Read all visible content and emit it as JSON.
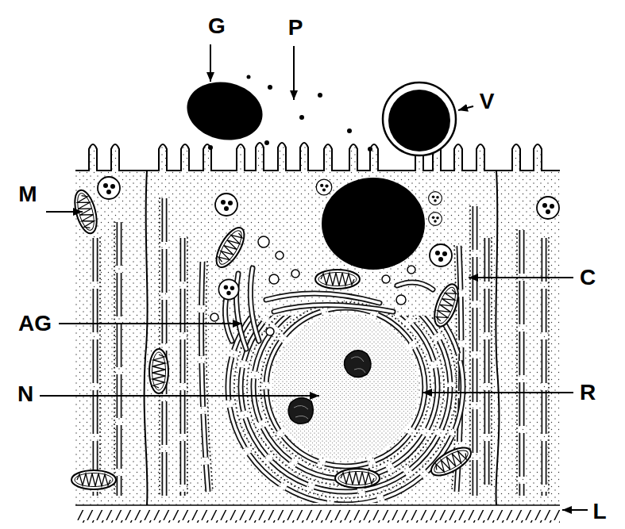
{
  "diagram": {
    "labels": [
      "G",
      "P",
      "V",
      "M",
      "C",
      "AG",
      "N",
      "R",
      "L"
    ]
  }
}
